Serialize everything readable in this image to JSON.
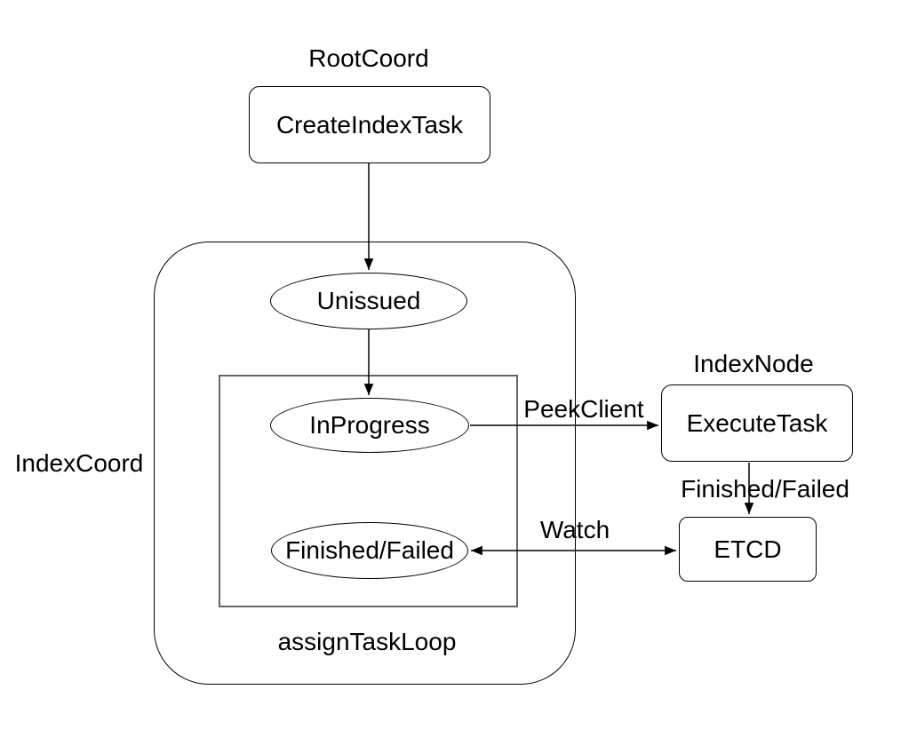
{
  "diagram": {
    "type": "flowchart",
    "colors": {
      "background": "#ffffff",
      "shape_stroke": "#000000",
      "loop_box_stroke": "#666666",
      "text": "#000000"
    },
    "group_labels": {
      "root_coord": "RootCoord",
      "index_node": "IndexNode",
      "index_coord": "IndexCoord",
      "assign_task_loop": "assignTaskLoop"
    },
    "nodes": {
      "create_index_task": "CreateIndexTask",
      "unissued": "Unissued",
      "in_progress": "InProgress",
      "finished_failed": "Finished/Failed",
      "execute_task": "ExecuteTask",
      "etcd": "ETCD"
    },
    "edge_labels": {
      "peek_client": "PeekClient",
      "watch": "Watch",
      "finished_failed": "Finished/Failed"
    }
  }
}
